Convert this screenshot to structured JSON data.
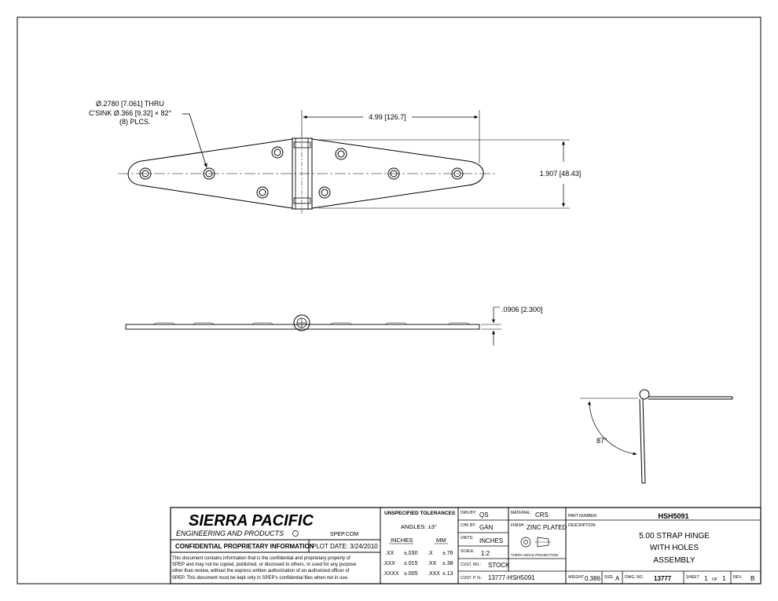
{
  "views": {
    "top": {
      "hole_callout_line1": "Ø.2780 [7.061] THRU",
      "hole_callout_line2": "C'SINK Ø.366 [9.32] × 82°",
      "hole_callout_line3": "(8) PLCS.",
      "dim_length": "4.99 [126.7]",
      "dim_width": "1.907 [48.43]"
    },
    "side": {
      "dim_thickness": ".0906 [2.300]"
    },
    "detail": {
      "angle_label": "87°"
    }
  },
  "title_block": {
    "company_name": "SIERRA PACIFIC",
    "company_sub": "ENGINEERING AND PRODUCTS",
    "website": "SPEP.COM",
    "confidential_heading": "CONFIDENTIAL PROPRIETARY INFORMATION",
    "plot_date": "PLOT DATE: 3/24/2010",
    "notice_lines": [
      "This document contains information that is the confidential and proprietary property of",
      "SPEP and may not be copied, published, or disclosed to others, or used for any purpose",
      "other than review, without the express written authorization of an authorized officer of",
      "SPEP. This document must be kept only in SPEP's confidential files when not in use."
    ],
    "tolerances": {
      "heading": "UNSPECIFIED TOLERANCES",
      "angles": "ANGLES: ±3°",
      "inches_header": "INCHES",
      "mm_header": "MM",
      "rows": [
        {
          "in_place": ".XX",
          "in_tol": "±.030",
          "mm_place": ".X",
          "mm_tol": "±.76"
        },
        {
          "in_place": ".XXX",
          "in_tol": "±.015",
          "mm_place": ".XX",
          "mm_tol": "±.38"
        },
        {
          "in_place": ".XXXX",
          "in_tol": "±.005",
          "mm_place": ".XXX",
          "mm_tol": "±.13"
        }
      ]
    },
    "fields": {
      "drn_by_label": "DRN BY:",
      "drn_by": "QS",
      "chk_by_label": "CHK BY:",
      "chk_by": "GAN",
      "units_label": "UNITS:",
      "units": "INCHES",
      "scale_label": "SCALE:",
      "scale": "1:2",
      "cust_no_label": "CUST. NO.:",
      "cust_no": "STOCK",
      "cust_pn_label": "CUST. P. N.:",
      "cust_pn": "13777-HSH5091",
      "material_label": "MATERIAL:",
      "material": "CRS",
      "finish_label": "FINISH:",
      "finish": "ZINC PLATED",
      "projection_label": "THIRD ANGLE PROJECTION",
      "part_number_label": "PART NUMBER:",
      "part_number": "HSH5091",
      "description_label": "DESCRIPTION:",
      "description_lines": [
        "5.00 STRAP HINGE",
        "WITH HOLES",
        "ASSEMBLY"
      ],
      "weight_label": "WEIGHT",
      "weight": "0.386",
      "size_label": "SIZE",
      "size": "A",
      "dwg_no_label": "DWG. NO.",
      "dwg_no": "13777",
      "sheet_label": "SHEET",
      "sheet": "1",
      "of_label": "OF",
      "sheet_total": "1",
      "rev_label": "REV.",
      "rev": "B"
    }
  }
}
